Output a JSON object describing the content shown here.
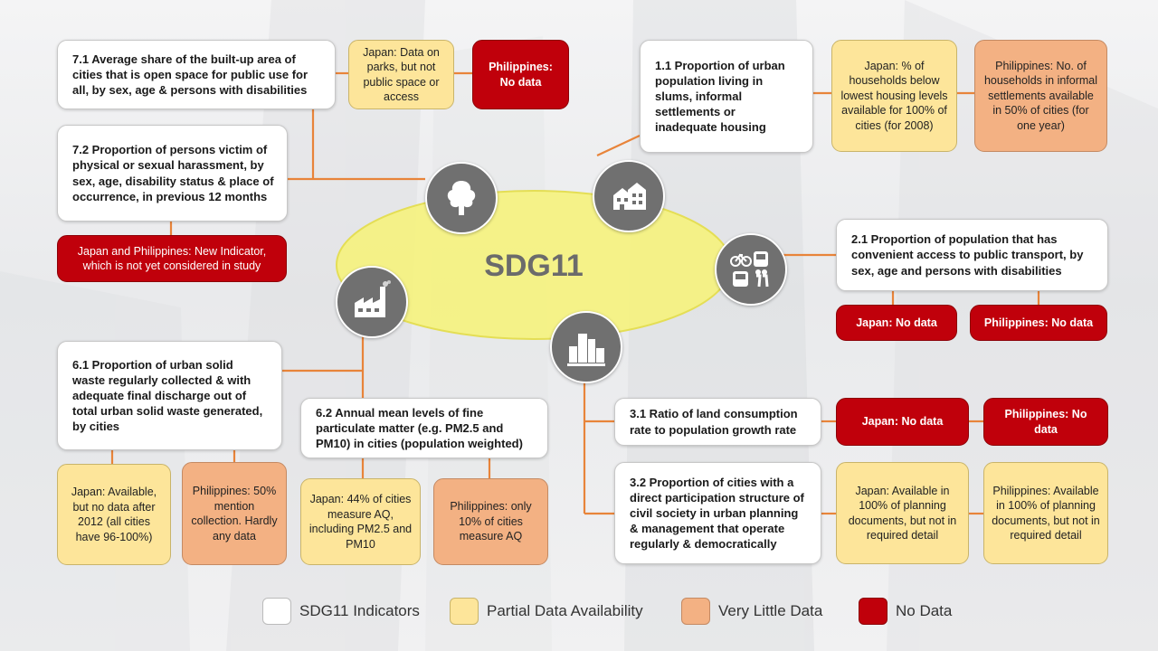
{
  "title": "SDG11",
  "colors": {
    "indicator": "#ffffff",
    "partial": "#fde59a",
    "very_little": "#f3b183",
    "no_data": "#c0000b",
    "connector": "#e8843a",
    "ellipse": "#f6f27a",
    "icon_bg": "#707070"
  },
  "icons": {
    "target7": "tree-icon",
    "target1": "houses-icon",
    "target2": "transport-icon",
    "target3": "city-buildings-icon",
    "target6": "factory-icon"
  },
  "indicators": {
    "i7_1": {
      "label": "7.1 Average share of the built-up area of cities that is open space for public use for all, by sex, age & persons with disabilities",
      "japan": "Japan: Data on parks, but not public space or access",
      "philippines": "Philippines: No data"
    },
    "i7_2": {
      "label": "7.2 Proportion of persons victim of physical or sexual harassment, by sex, age, disability status & place of occurrence, in previous 12 months",
      "both": "Japan and Philippines: New Indicator, which is not yet considered in study"
    },
    "i1_1": {
      "label": "1.1 Proportion of urban population living in slums, informal settlements or inadequate housing",
      "japan": "Japan: % of households below lowest housing levels available for 100% of cities (for 2008)",
      "philippines": "Philippines: No. of households in informal settlements available in 50% of cities (for one year)"
    },
    "i2_1": {
      "label": "2.1 Proportion of population that has convenient access to public transport, by sex, age and persons with disabilities",
      "japan": "Japan: No data",
      "philippines": "Philippines: No data"
    },
    "i3_1": {
      "label": "3.1 Ratio of land consumption rate to population growth rate",
      "japan": "Japan: No data",
      "philippines": "Philippines: No data"
    },
    "i3_2": {
      "label": "3.2 Proportion of cities with a direct participation structure of civil society in urban planning & management that operate regularly & democratically",
      "japan": "Japan: Available in 100% of planning documents, but not in required detail",
      "philippines": "Philippines: Available in 100% of planning documents, but not in required detail"
    },
    "i6_1": {
      "label": "6.1 Proportion of urban solid waste regularly collected & with adequate final discharge out of total urban solid waste generated, by cities",
      "japan": "Japan: Available, but no data after 2012  (all cities have 96-100%)",
      "philippines": "Philippines: 50% mention collection. Hardly any data"
    },
    "i6_2": {
      "label": "6.2 Annual mean levels of fine particulate matter (e.g. PM2.5 and PM10) in cities (population weighted)",
      "japan": "Japan: 44% of cities measure AQ, including PM2.5 and PM10",
      "philippines": "Philippines: only 10% of cities measure AQ"
    }
  },
  "legend": {
    "indicators": "SDG11 Indicators",
    "partial": "Partial Data Availability",
    "very_little": "Very Little  Data",
    "no_data": "No Data"
  }
}
